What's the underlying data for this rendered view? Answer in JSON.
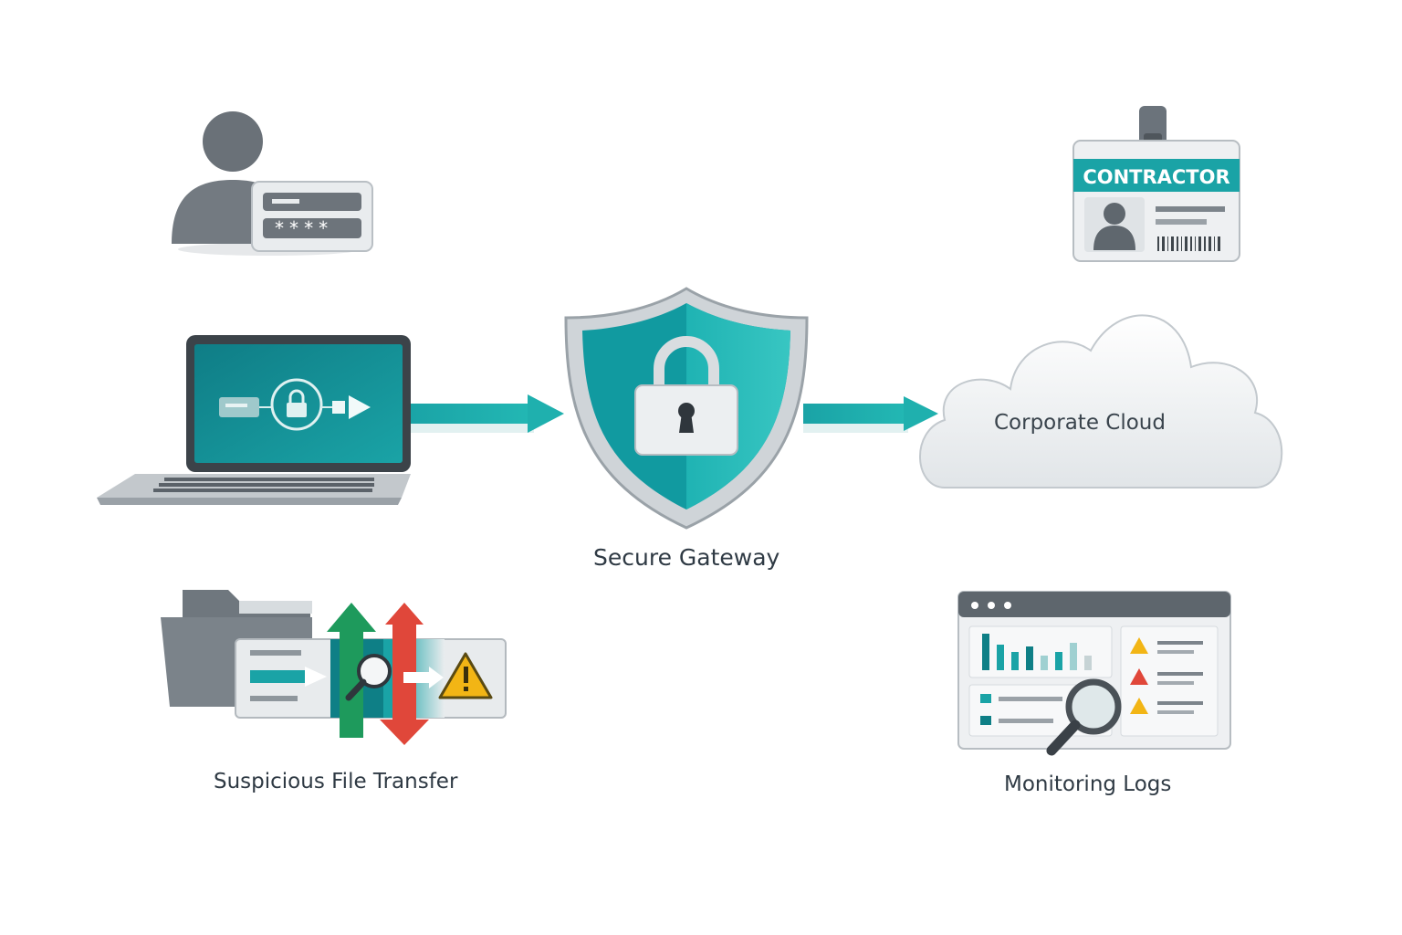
{
  "nodes": {
    "user_login": {
      "icon": "user-credentials-icon",
      "password_mask": "****"
    },
    "contractor_badge": {
      "icon": "id-badge-icon",
      "badge_title": "CONTRACTOR"
    },
    "laptop": {
      "icon": "laptop-encrypted-send-icon"
    },
    "gateway": {
      "icon": "shield-lock-icon",
      "label": "Secure Gateway"
    },
    "cloud": {
      "icon": "cloud-icon",
      "label": "Corporate Cloud"
    },
    "file_transfer": {
      "icon": "file-transfer-warning-icon",
      "label": "Suspicious File Transfer"
    },
    "monitoring": {
      "icon": "monitoring-dashboard-icon",
      "label": "Monitoring Logs"
    }
  },
  "colors": {
    "accent_teal": "#1aa3a6",
    "dark_teal": "#0e7f86",
    "gray": "#6b737b",
    "warning_yellow": "#f2b515",
    "alert_red": "#e0473a",
    "upload_green": "#1e9a5c",
    "text": "#2f3a44"
  }
}
